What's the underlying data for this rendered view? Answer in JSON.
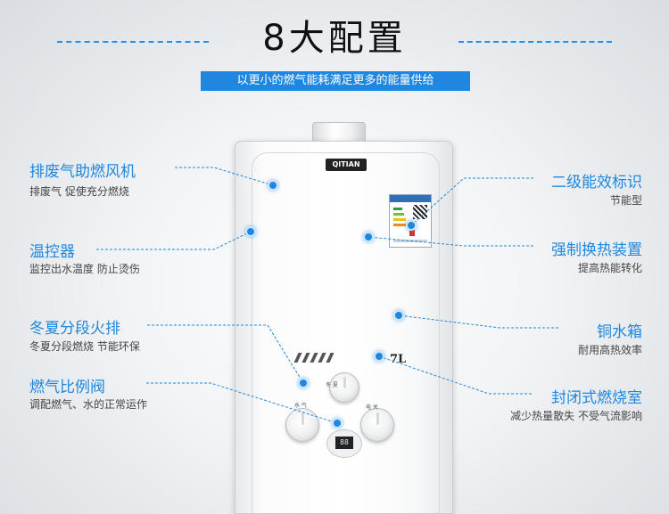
{
  "header": {
    "title": "8大配置",
    "subtitle": "以更小的燃气能耗满足更多的能量供给"
  },
  "product": {
    "brand": "QITIAN",
    "capacity": "7L",
    "display_value": "88",
    "knob_left_label": "水·气",
    "knob_top_label": "冬  夏",
    "knob_right_label": "电  关"
  },
  "features_left": [
    {
      "title": "排废气助燃风机",
      "desc": "排废气 促使充分燃烧"
    },
    {
      "title": "温控器",
      "desc": "监控出水温度 防止烫伤"
    },
    {
      "title": "冬夏分段火排",
      "desc": "冬夏分段燃烧 节能环保"
    },
    {
      "title": "燃气比例阀",
      "desc": "调配燃气、水的正常运作"
    }
  ],
  "features_right": [
    {
      "title": "二级能效标识",
      "desc": "节能型"
    },
    {
      "title": "强制换热装置",
      "desc": "提高热能转化"
    },
    {
      "title": "铜水箱",
      "desc": "耐用高热效率"
    },
    {
      "title": "封闭式燃烧室",
      "desc": "减少热量散失 不受气流影响"
    }
  ],
  "colors": {
    "accent": "#1f87e0",
    "title": "#111111"
  }
}
